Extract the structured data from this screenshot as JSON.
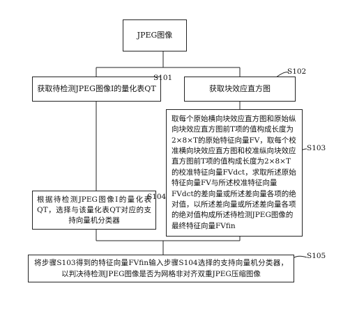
{
  "nodes": {
    "start": {
      "text": "JPEG图像"
    },
    "s101": {
      "text": "获取待检测JPEG图像I的量化表QT",
      "step": "S101"
    },
    "s102": {
      "text": "获取块效应直方图",
      "step": "S102"
    },
    "s103": {
      "text": "取每个原始横向块效应直方图和原始纵向块效应直方图前T项的值构成长度为2×8×T的原始特征向量FV，取每个校准横向块效应直方图和校准纵向块效应直方图前T项的值构成长度为2×8×T的校准特征向量FVdct，求取所述原始特征向量FV与所述校准特征向量FVdct的差向量或所述差向量各项的绝对值，以所述差向量或所述差向量各项的绝对值构成所述待检测JPEG图像的最终特征向量FVfin",
      "step": "S103"
    },
    "s104": {
      "text": "根据待检测JPEG图像I的量化表QT，选择与该量化表QT对应的支持向量机分类器",
      "step": "S104"
    },
    "s105": {
      "text": "将步骤S103得到的特征向量FVfin输入步骤S104选择的支持向量机分类器，以判决待检测JPEG图像是否为网格非对齐双重JPEG压缩图像",
      "step": "S105"
    }
  }
}
